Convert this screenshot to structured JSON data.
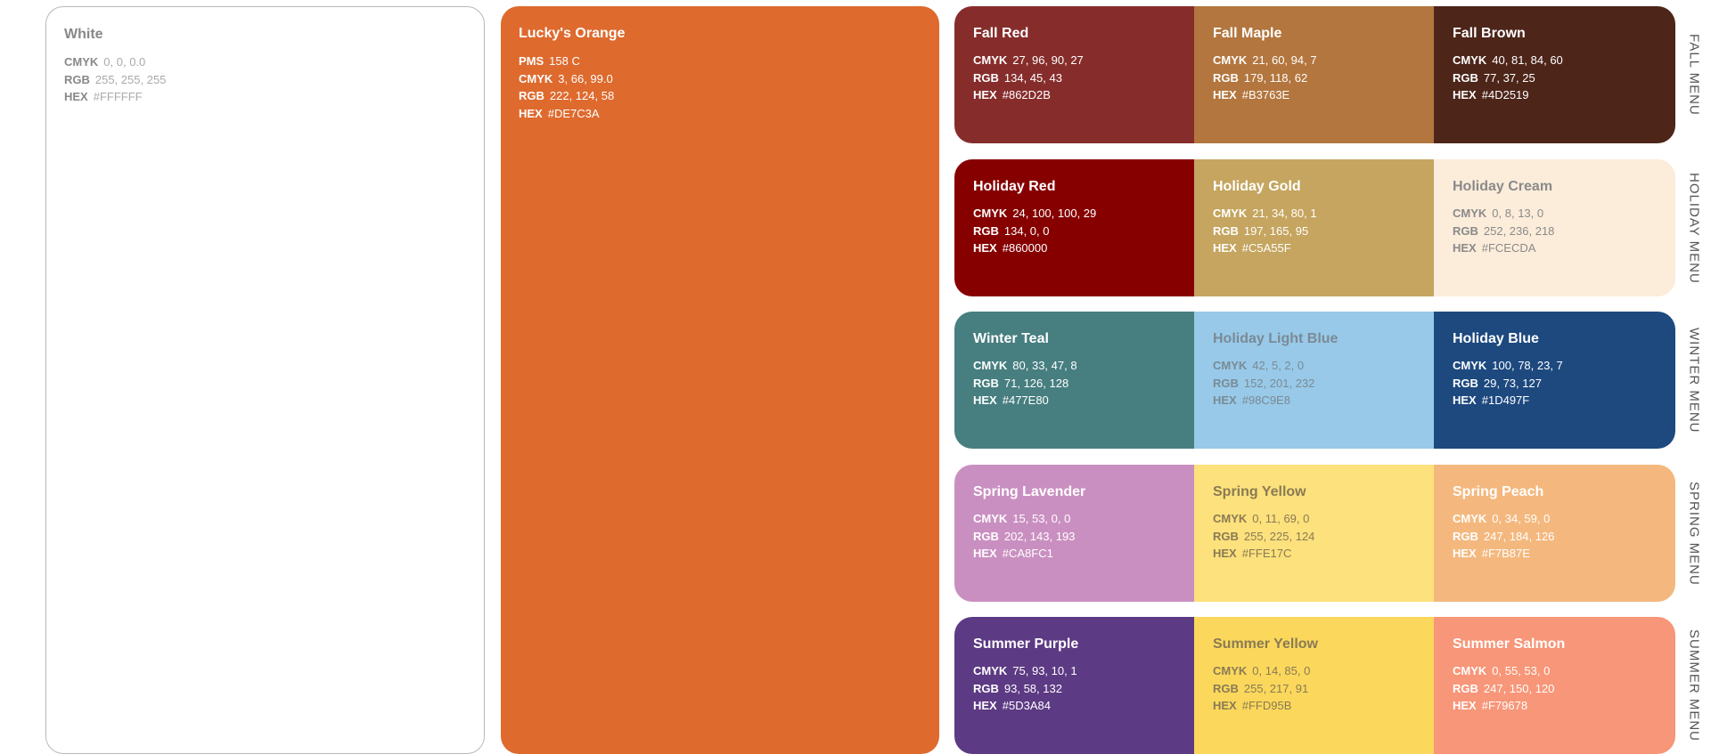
{
  "white": {
    "name": "White",
    "cmyk_label": "CMYK",
    "cmyk": "0, 0, 0.0",
    "rgb_label": "RGB",
    "rgb": "255, 255, 255",
    "hex_label": "HEX",
    "hex": "#FFFFFF",
    "color": "#FFFFFF"
  },
  "orange": {
    "name": "Lucky's Orange",
    "pms_label": "PMS",
    "pms": "158 C",
    "cmyk_label": "CMYK",
    "cmyk": "3, 66, 99.0",
    "rgb_label": "RGB",
    "rgb": "222, 124, 58",
    "hex_label": "HEX",
    "hex": "#DE7C3A",
    "color": "#DE6A2E"
  },
  "menus": [
    {
      "label": "FALL MENU",
      "swatches": [
        {
          "name": "Fall Red",
          "cmyk": "27, 96, 90, 27",
          "rgb": "134, 45, 43",
          "hex": "#862D2B",
          "bg": "#862D2B",
          "fg": "#ffffff"
        },
        {
          "name": "Fall Maple",
          "cmyk": "21, 60, 94, 7",
          "rgb": "179, 118, 62",
          "hex": "#B3763E",
          "bg": "#B3763E",
          "fg": "#ffffff"
        },
        {
          "name": "Fall Brown",
          "cmyk": "40, 81, 84, 60",
          "rgb": "77, 37, 25",
          "hex": "#4D2519",
          "bg": "#4D2519",
          "fg": "#ffffff"
        }
      ]
    },
    {
      "label": "HOLIDAY MENU",
      "swatches": [
        {
          "name": "Holiday Red",
          "cmyk": "24, 100, 100, 29",
          "rgb": "134, 0, 0",
          "hex": "#860000",
          "bg": "#860000",
          "fg": "#ffffff"
        },
        {
          "name": "Holiday Gold",
          "cmyk": "21, 34, 80, 1",
          "rgb": "197, 165, 95",
          "hex": "#C5A55F",
          "bg": "#C5A55F",
          "fg": "#ffffff"
        },
        {
          "name": "Holiday Cream",
          "cmyk": "0, 8, 13, 0",
          "rgb": "252, 236, 218",
          "hex": "#FCECDA",
          "bg": "#FCECDA",
          "fg": "#8a8a8a"
        }
      ]
    },
    {
      "label": "WINTER MENU",
      "swatches": [
        {
          "name": "Winter Teal",
          "cmyk": "80, 33, 47, 8",
          "rgb": "71, 126, 128",
          "hex": "#477E80",
          "bg": "#477E80",
          "fg": "#ffffff"
        },
        {
          "name": "Holiday Light Blue",
          "cmyk": "42, 5, 2, 0",
          "rgb": "152, 201, 232",
          "hex": "#98C9E8",
          "bg": "#98C9E8",
          "fg": "#7a8a96"
        },
        {
          "name": "Holiday Blue",
          "cmyk": "100, 78, 23, 7",
          "rgb": "29, 73, 127",
          "hex": "#1D497F",
          "bg": "#1D497F",
          "fg": "#ffffff"
        }
      ]
    },
    {
      "label": "SPRING MENU",
      "swatches": [
        {
          "name": "Spring Lavender",
          "cmyk": "15, 53, 0, 0",
          "rgb": "202, 143, 193",
          "hex": "#CA8FC1",
          "bg": "#CA8FC1",
          "fg": "#ffffff"
        },
        {
          "name": "Spring Yellow",
          "cmyk": "0, 11, 69, 0",
          "rgb": "255, 225, 124",
          "hex": "#FFE17C",
          "bg": "#FCE17C",
          "fg": "#8a7a55"
        },
        {
          "name": "Spring Peach",
          "cmyk": "0, 34, 59, 0",
          "rgb": "247, 184, 126",
          "hex": "#F7B87E",
          "bg": "#F4B87E",
          "fg": "#ffffff"
        }
      ]
    },
    {
      "label": "SUMMER MENU",
      "swatches": [
        {
          "name": "Summer Purple",
          "cmyk": "75, 93, 10, 1",
          "rgb": "93, 58, 132",
          "hex": "#5D3A84",
          "bg": "#5D3A84",
          "fg": "#ffffff"
        },
        {
          "name": "Summer Yellow",
          "cmyk": "0, 14, 85, 0",
          "rgb": "255, 217, 91",
          "hex": "#FFD95B",
          "bg": "#FBD85C",
          "fg": "#8a7a55"
        },
        {
          "name": "Summer Salmon",
          "cmyk": "0, 55, 53, 0",
          "rgb": "247, 150, 120",
          "hex": "#F79678",
          "bg": "#F79678",
          "fg": "#ffffff"
        }
      ]
    }
  ],
  "labels": {
    "cmyk": "CMYK",
    "rgb": "RGB",
    "hex": "HEX"
  }
}
